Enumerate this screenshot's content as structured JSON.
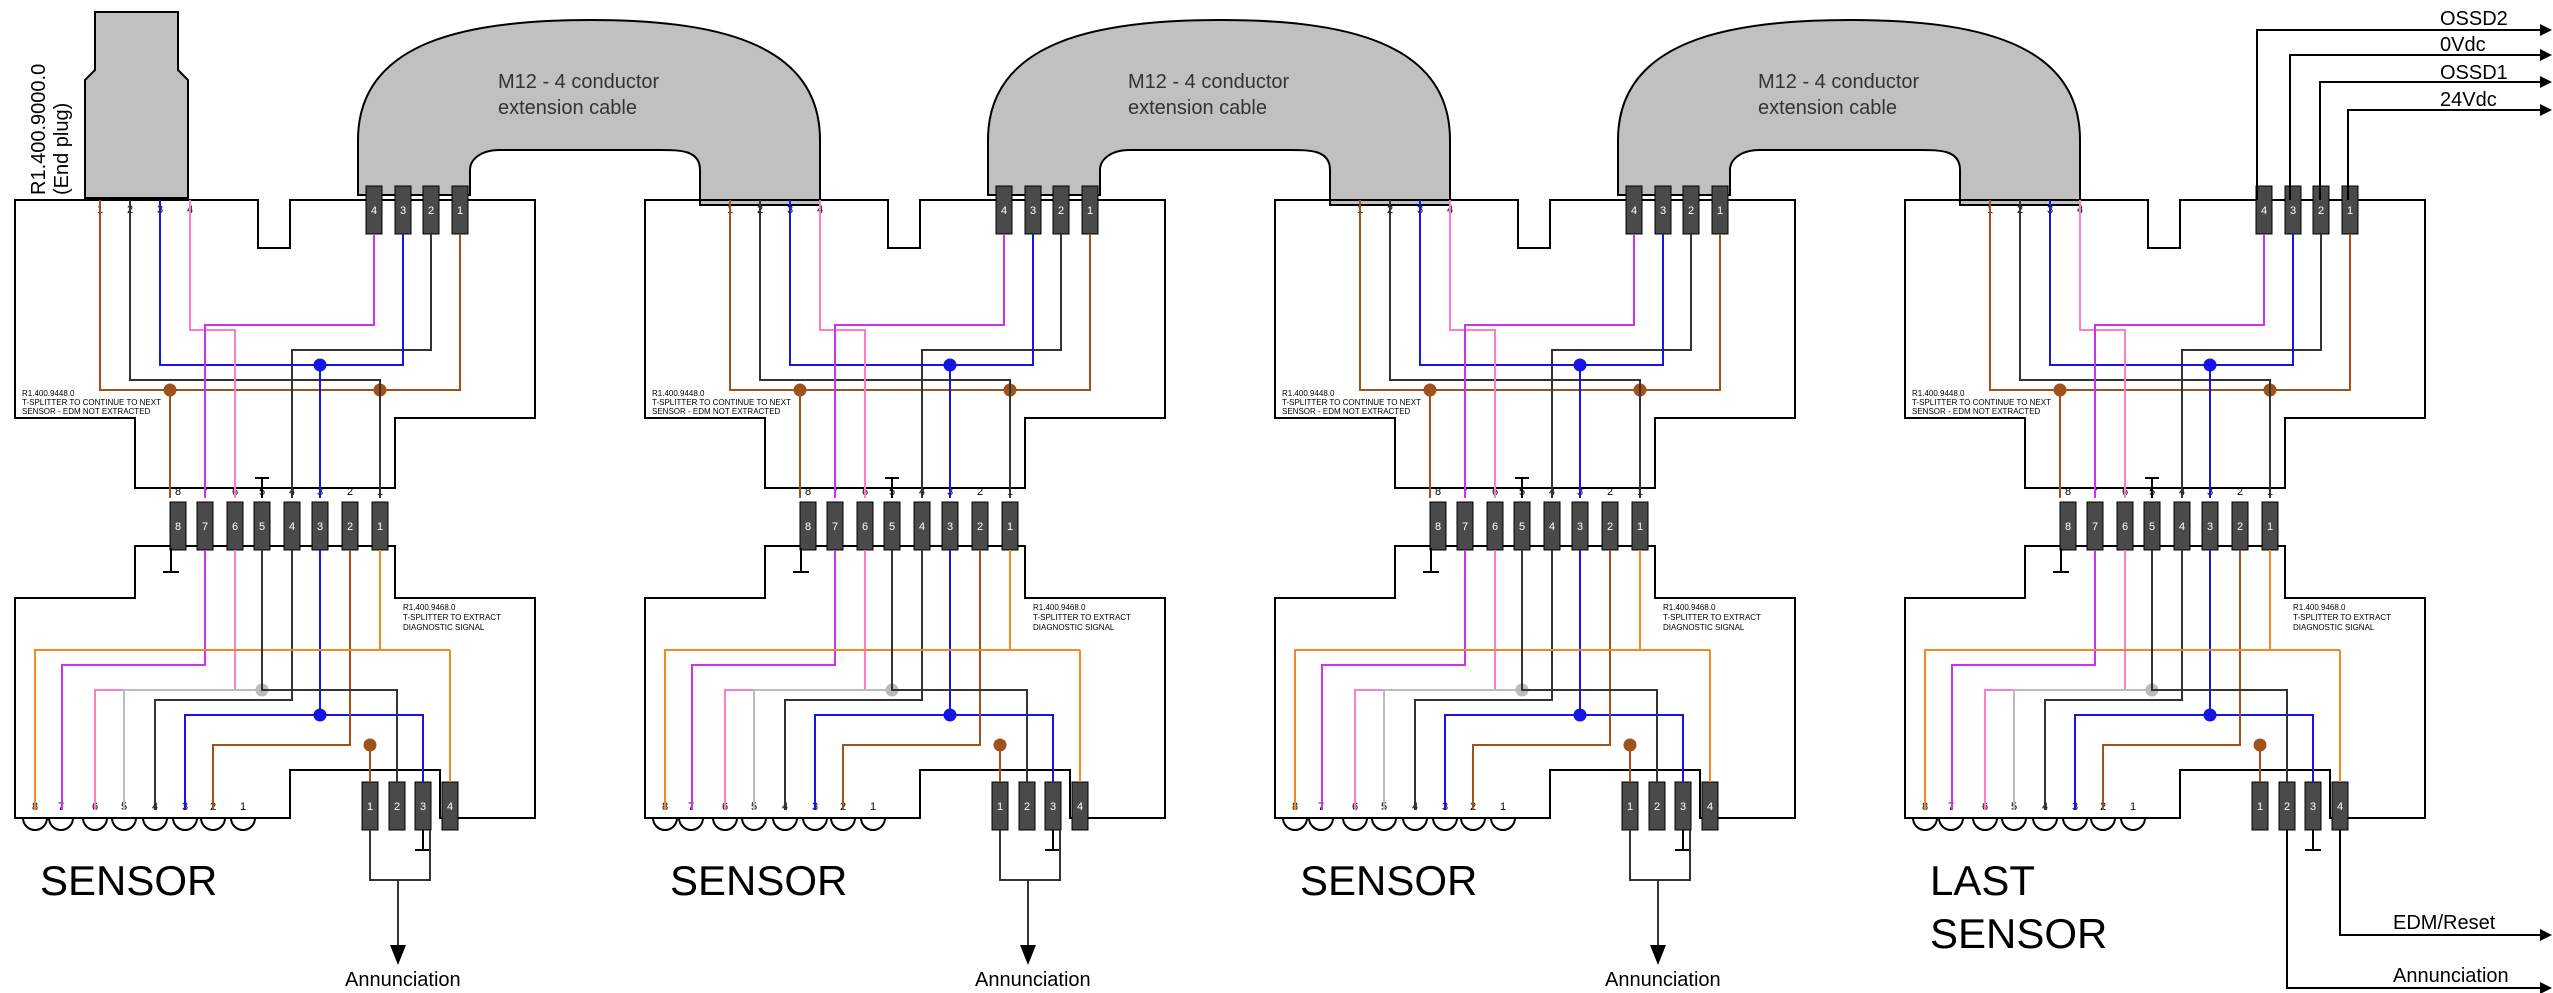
{
  "end_plug": {
    "line1": "R1.400.9000.0",
    "line2": "(End plug)"
  },
  "cable_label": {
    "line1": "M12 - 4 conductor",
    "line2": "extension cable"
  },
  "tsplitter_next": {
    "line1": "R1.400.9448.0",
    "line2": "T-SPLITTER TO CONTINUE TO NEXT",
    "line3": "SENSOR - EDM NOT EXTRACTED"
  },
  "tsplitter_diag": {
    "line1": "R1.400.9468.0",
    "line2": "T-SPLITTER TO EXTRACT",
    "line3": "DIAGNOSTIC SIGNAL"
  },
  "units": [
    {
      "label_line1": "SENSOR",
      "label_line2": "",
      "annunciation": "Annunciation"
    },
    {
      "label_line1": "SENSOR",
      "label_line2": "",
      "annunciation": "Annunciation"
    },
    {
      "label_line1": "SENSOR",
      "label_line2": "",
      "annunciation": "Annunciation"
    },
    {
      "label_line1": "LAST",
      "label_line2": "SENSOR",
      "annunciation": "Annunciation"
    }
  ],
  "outputs": {
    "ossd2": "OSSD2",
    "ovdc": "0Vdc",
    "ossd1": "OSSD1",
    "v24": "24Vdc",
    "edm_reset": "EDM/Reset",
    "annunciation": "Annunciation"
  },
  "pin_labels": {
    "four": [
      "1",
      "2",
      "3",
      "4"
    ],
    "four_rev": [
      "4",
      "3",
      "2",
      "1"
    ],
    "eight_rev": [
      "8",
      "7",
      "6",
      "5",
      "4",
      "3",
      "2",
      "1"
    ]
  },
  "colors": {
    "brown": "#a0521b",
    "blue": "#1515e6",
    "black": "#333333",
    "pink": "#ff7dc8",
    "violet": "#cc33ee",
    "grey": "#bbbbbb",
    "orange": "#f08a24",
    "cable_grey": "#c0c0c0"
  }
}
